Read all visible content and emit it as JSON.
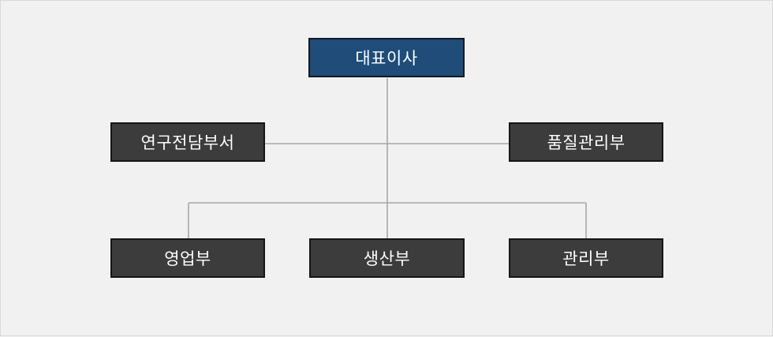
{
  "org_chart": {
    "ceo": "대표이사",
    "side_units": {
      "left": "연구전담부서",
      "right": "품질관리부"
    },
    "departments": [
      "영업부",
      "생산부",
      "관리부"
    ]
  },
  "colors": {
    "background": "#f1f1f1",
    "ceo_box": "#1f4c78",
    "unit_box": "#3c3c3c",
    "connector_line": "#a7a7a7",
    "text": "#ffffff"
  }
}
